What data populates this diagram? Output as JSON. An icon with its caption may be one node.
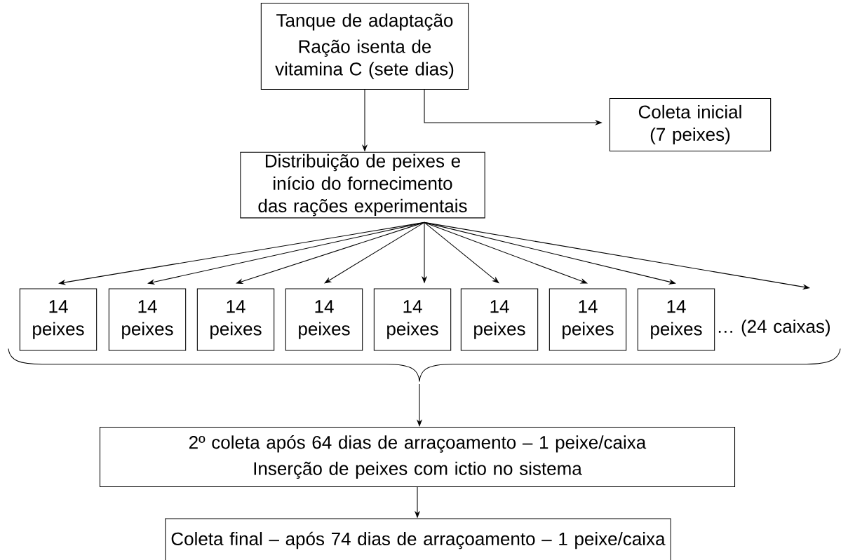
{
  "diagram": {
    "nodes": [
      {
        "text": [
          "Tanque de adaptação",
          "Ração isenta de vitamina C (sete dias)"
        ]
      },
      {
        "text": [
          "Coleta inicial (7 peixes)"
        ]
      },
      {
        "text": [
          "Distribuição de peixes e início do fornecimento das rações experimentais"
        ]
      },
      {
        "text": [
          "14 peixes"
        ]
      },
      {
        "text": [
          "14 peixes"
        ]
      },
      {
        "text": [
          "14 peixes"
        ]
      },
      {
        "text": [
          "14 peixes"
        ]
      },
      {
        "text": [
          "14 peixes"
        ]
      },
      {
        "text": [
          "14 peixes"
        ]
      },
      {
        "text": [
          "14 peixes"
        ]
      },
      {
        "text": [
          "14 peixes"
        ]
      },
      {
        "text": [
          "… (24 caixas)"
        ]
      },
      {
        "text": [],
        "shape": "bracket"
      },
      {
        "text": [
          "2º coleta após 64 dias de arraçoamento – 1 peixe/caixa",
          "Inserção de peixes com ictio no sistema"
        ]
      },
      {
        "text": [
          "Coleta final – após 74 dias de arraçoamento – 1 peixe/caixa"
        ]
      }
    ],
    "edges": [
      {
        "from": 0,
        "to": 2,
        "arrow": "to"
      },
      {
        "from": 0,
        "to": 1,
        "arrow": "to"
      },
      {
        "from": 2,
        "to": 3,
        "arrow": "to"
      },
      {
        "from": 2,
        "to": 4,
        "arrow": "to"
      },
      {
        "from": 2,
        "to": 5,
        "arrow": "to"
      },
      {
        "from": 2,
        "to": 6,
        "arrow": "to"
      },
      {
        "from": 2,
        "to": 7,
        "arrow": "to"
      },
      {
        "from": 2,
        "to": 8,
        "arrow": "to"
      },
      {
        "from": 2,
        "to": 9,
        "arrow": "to"
      },
      {
        "from": 2,
        "to": 10,
        "arrow": "to"
      },
      {
        "from": 2,
        "to": 11,
        "arrow": "to"
      },
      {
        "from": 12,
        "to": 13,
        "arrow": "to"
      },
      {
        "from": 13,
        "to": 14,
        "arrow": "to"
      }
    ]
  }
}
